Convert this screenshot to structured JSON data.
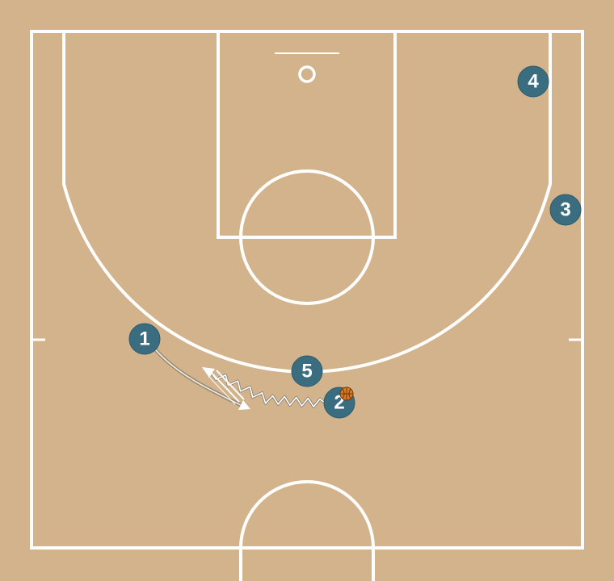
{
  "colors": {
    "court": "#d3b38b",
    "lines": "#ffffff",
    "player": "#3b6d80",
    "ball": "#e07a1f",
    "cut_path": "#a39885"
  },
  "players": [
    {
      "id": "1",
      "label": "1"
    },
    {
      "id": "2",
      "label": "2",
      "has_ball": true
    },
    {
      "id": "3",
      "label": "3"
    },
    {
      "id": "4",
      "label": "4"
    },
    {
      "id": "5",
      "label": "5"
    }
  ],
  "actions": [
    {
      "type": "cut",
      "from": "1"
    },
    {
      "type": "dribble",
      "from": "2"
    },
    {
      "type": "handoff",
      "between": [
        "1",
        "2"
      ]
    }
  ],
  "icons": {
    "ball": "basketball-icon"
  }
}
